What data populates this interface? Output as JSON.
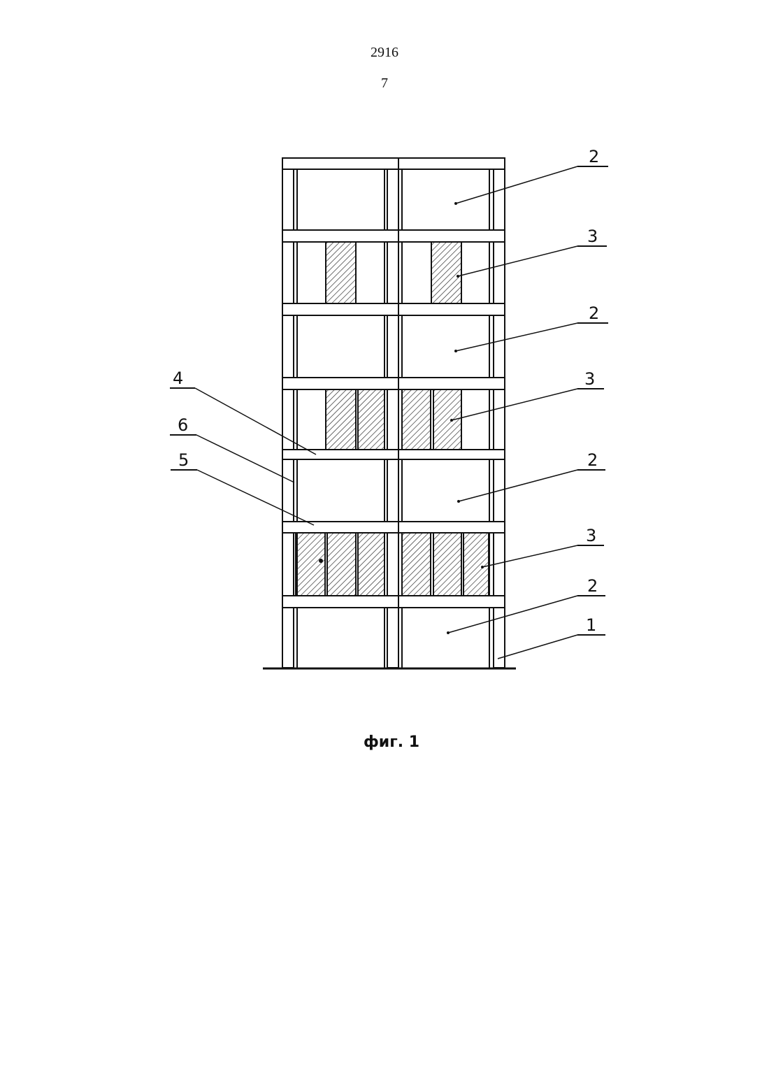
{
  "header": {
    "document_number": "2916",
    "page_number": "7"
  },
  "figure": {
    "caption": "фиг. 1",
    "callouts": [
      {
        "id": "c2a",
        "label": "2"
      },
      {
        "id": "c3a",
        "label": "3"
      },
      {
        "id": "c2b",
        "label": "2"
      },
      {
        "id": "c3b",
        "label": "3"
      },
      {
        "id": "c4",
        "label": "4"
      },
      {
        "id": "c6",
        "label": "6"
      },
      {
        "id": "c5",
        "label": "5"
      },
      {
        "id": "c2c",
        "label": "2"
      },
      {
        "id": "c3c",
        "label": "3"
      },
      {
        "id": "c2d",
        "label": "2"
      },
      {
        "id": "c1",
        "label": "1"
      }
    ]
  }
}
